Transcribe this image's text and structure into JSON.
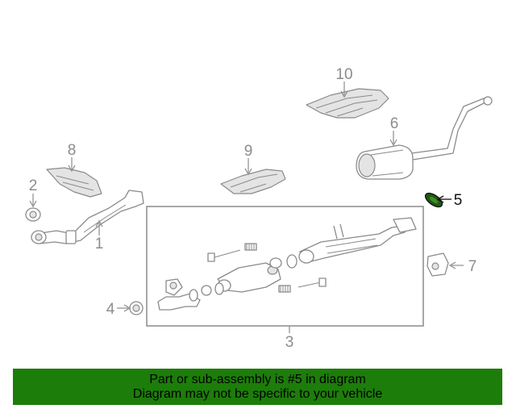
{
  "callouts": {
    "c1": "1",
    "c2": "2",
    "c3": "3",
    "c4": "4",
    "c5": "5",
    "c6": "6",
    "c7": "7",
    "c8": "8",
    "c9": "9",
    "c10": "10"
  },
  "highlighted_part": "5",
  "colors": {
    "banner_background": "#1d7d0a",
    "highlight_part": "#1f5a12",
    "line_art": "#8a8a8a"
  },
  "banner": {
    "line1": "Part or sub-assembly is #5 in diagram",
    "line2": "Diagram may not be specific to your vehicle"
  }
}
